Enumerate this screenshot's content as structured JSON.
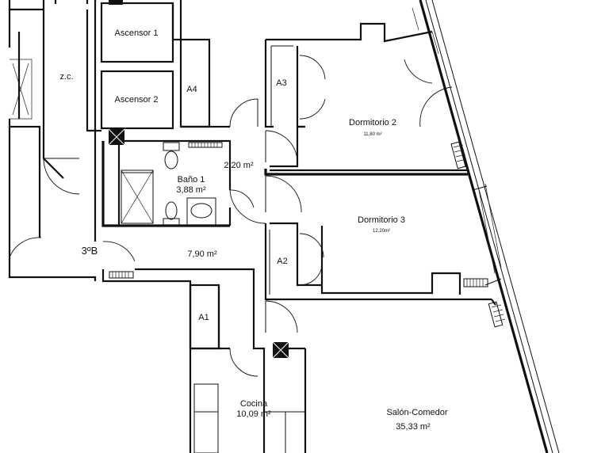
{
  "rooms": {
    "ascensor1": "Ascensor 1",
    "ascensor2": "Ascensor 2",
    "zc": "z.c.",
    "a4": "A4",
    "a3": "A3",
    "a2": "A2",
    "a1": "A1",
    "dormitorio2": "Dormitorio 2",
    "dormitorio2_area": "11,80 m²",
    "dormitorio3": "Dormitorio 3",
    "dormitorio3_area": "12,20m²",
    "pasillo_area": "2,20 m²",
    "bano1": "Baño 1",
    "bano1_area": "3,88 m²",
    "vestibulo": "3ºB",
    "vestibulo_area": "7,90 m²",
    "cocina": "Cocina",
    "cocina_area": "10,09 m²",
    "salon": "Salón-Comedor",
    "salon_area": "35,33 m²"
  }
}
